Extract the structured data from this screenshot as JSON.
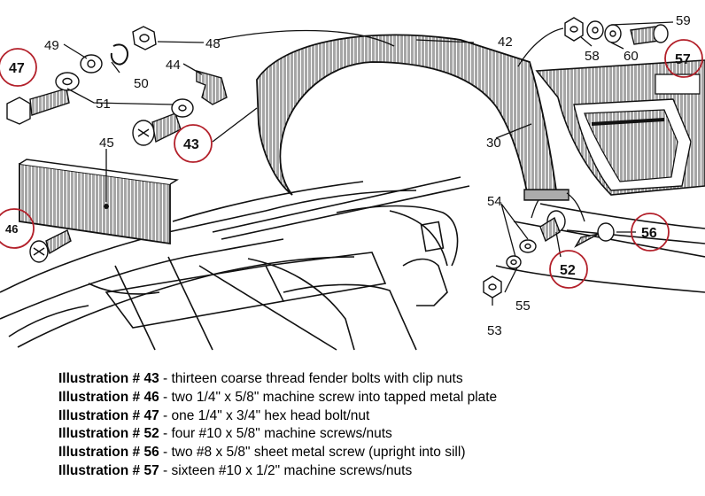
{
  "diagram": {
    "callouts": {
      "n42": "42",
      "n43": "43",
      "n44": "44",
      "n45": "45",
      "n46": "46",
      "n47": "47",
      "n48": "48",
      "n49": "49",
      "n50": "50",
      "n51": "51",
      "n52": "52",
      "n53": "53",
      "n54": "54",
      "n55": "55",
      "n56": "56",
      "n57": "57",
      "n58": "58",
      "n59": "59",
      "n60": "60",
      "n30": "30"
    },
    "highlight_color": "#b3202a"
  },
  "caption": [
    {
      "label": "Illustration # 43",
      "text": " - thirteen coarse thread fender bolts with clip nuts"
    },
    {
      "label": "Illustration # 46",
      "text": " - two 1/4\" x 5/8\" machine screw into tapped metal plate"
    },
    {
      "label": "Illustration # 47",
      "text": " - one 1/4\" x 3/4\" hex head bolt/nut"
    },
    {
      "label": "Illustration # 52",
      "text": " - four #10 x 5/8\" machine screws/nuts"
    },
    {
      "label": "Illustration # 56",
      "text": " - two #8 x 5/8\" sheet metal screw (upright into sill)"
    },
    {
      "label": "Illustration # 57",
      "text": " - sixteen #10 x 1/2\" machine screws/nuts"
    }
  ]
}
